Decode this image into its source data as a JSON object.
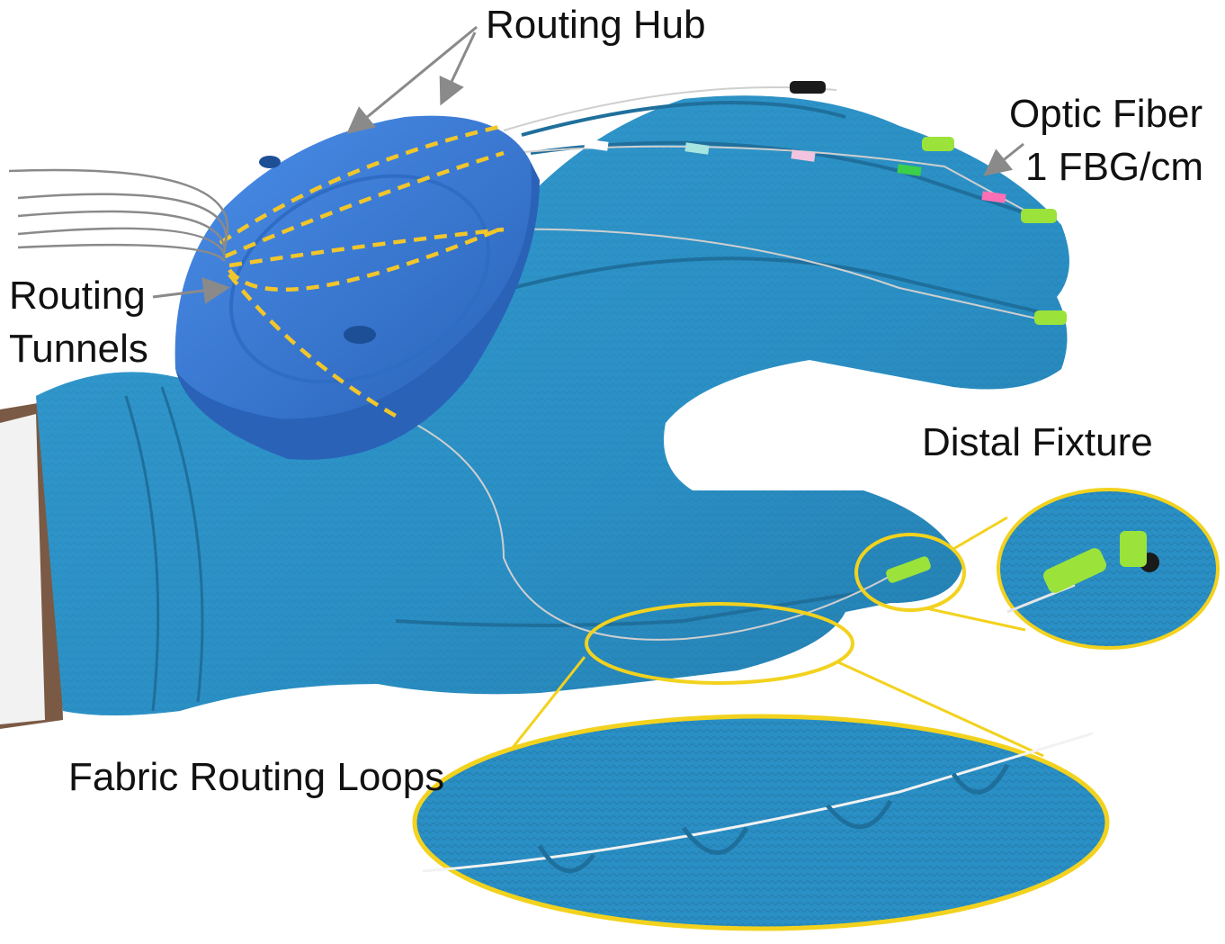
{
  "labels": {
    "routing_hub": "Routing Hub",
    "optic_fiber": "Optic Fiber",
    "fbg_density": "1 FBG/cm",
    "routing": "Routing",
    "tunnels": "Tunnels",
    "distal_fixture": "Distal Fixture",
    "fabric_routing_loops": "Fabric Routing Loops"
  },
  "colors": {
    "glove": "#2a8fc4",
    "glove_dark": "#1f6f9c",
    "glove_light": "#3aa3d6",
    "hub": "#3a7fdc",
    "hub_dark": "#2a62b8",
    "tunnel_dash": "#f2c62a",
    "callout_outline": "#f2d21e",
    "arrow": "#8a8a8a",
    "fiber": "#cfcfcf",
    "fixture": "#9be23a",
    "skin": "#7a5a45"
  },
  "fbg_markers": [
    "#ffffff",
    "#a8e4e0",
    "#f2c4e0",
    "#3ccf4a",
    "#ff6fb5"
  ]
}
